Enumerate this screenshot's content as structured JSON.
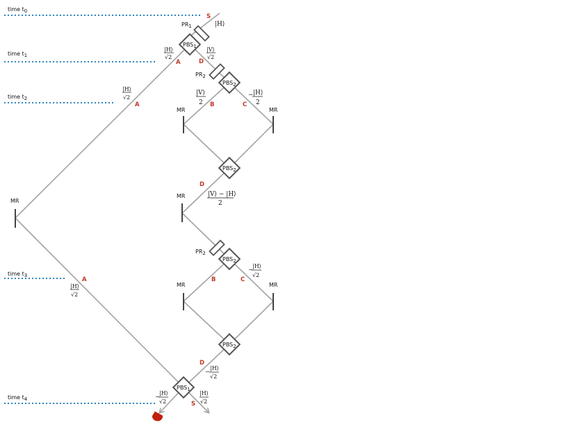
{
  "time_labels": {
    "t0": {
      "base": "time t",
      "sub": "0"
    },
    "t1": {
      "base": "time t",
      "sub": "1"
    },
    "t2": {
      "base": "time t",
      "sub": "2"
    },
    "t3": {
      "base": "time t",
      "sub": "3"
    },
    "t4": {
      "base": "time t",
      "sub": "4"
    }
  },
  "components": {
    "mirror": "MR",
    "pbs_base": "PBS",
    "pr_base": "PR",
    "sub1": "1",
    "sub2": "2"
  },
  "path_labels": {
    "A": "A",
    "B": "B",
    "C": "C",
    "D": "D",
    "S": "S"
  },
  "math": {
    "ket_H": "|H⟩",
    "ket_V": "|V⟩",
    "minus_ket_H": "−|H⟩",
    "minus": "−",
    "sqrt2": "√2",
    "two": "2",
    "v_minus_h": "|V⟩ − |H⟩"
  },
  "colors": {
    "beam": "#a3a3a3",
    "timeline": "#2e86c1",
    "path_label": "#c0392b",
    "detector": "#c0200e"
  },
  "icons": {
    "detector": "detector-icon"
  }
}
